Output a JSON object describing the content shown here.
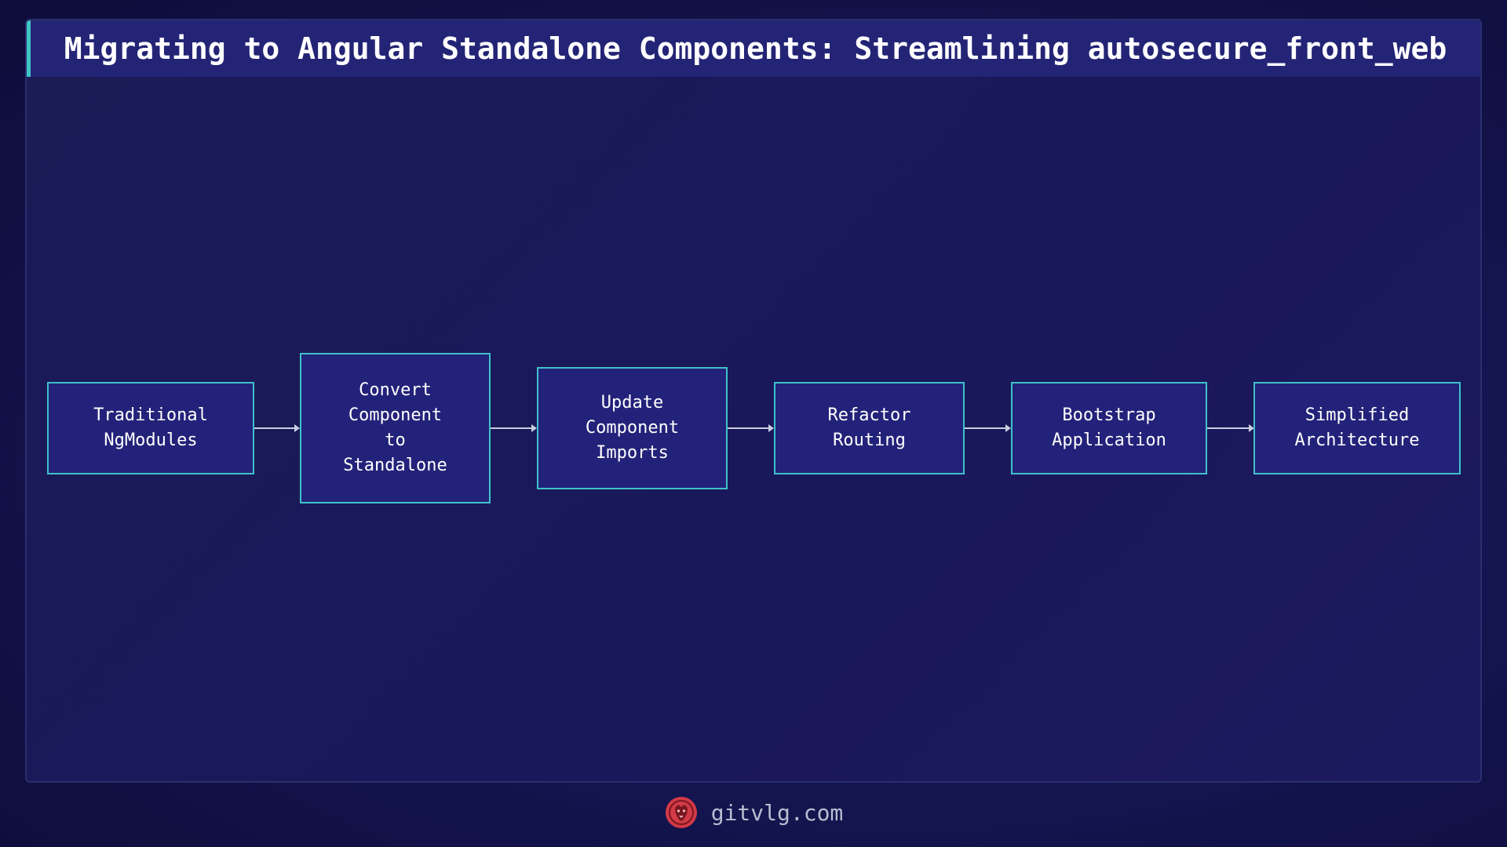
{
  "title": "Migrating to Angular Standalone Components: Streamlining autosecure_front_web",
  "flow": {
    "nodes": [
      {
        "label": "Traditional\nNgModules"
      },
      {
        "label": "Convert\nComponent\nto\nStandalone"
      },
      {
        "label": "Update\nComponent\nImports"
      },
      {
        "label": "Refactor\nRouting"
      },
      {
        "label": "Bootstrap\nApplication"
      },
      {
        "label": "Simplified\nArchitecture"
      }
    ]
  },
  "footer": {
    "site": "gitvlg.com",
    "logo_icon": "lion-head-icon"
  },
  "colors": {
    "node_border": "#3fc1c9",
    "node_fill": "#23227a",
    "title_accent": "#3ec6c6",
    "logo_red": "#d23a46"
  }
}
